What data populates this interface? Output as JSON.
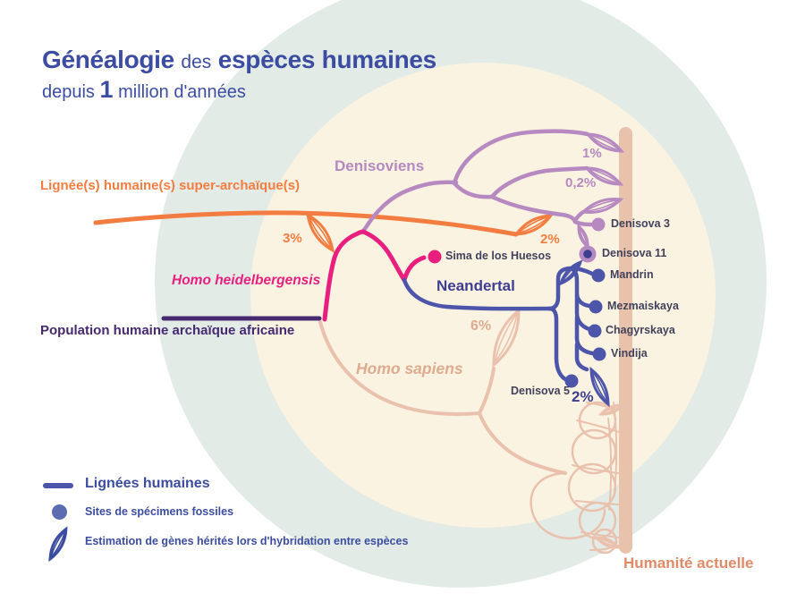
{
  "title": {
    "part1": "Généalogie",
    "part2": "des",
    "part3": "espèces humaines",
    "sub1": "depuis",
    "sub2": "1",
    "sub3": "million d'années"
  },
  "labels": {
    "super_archaic": "Lignée(s) humaine(s) super-archaïque(s)",
    "denisoviens": "Denisoviens",
    "heidelbergensis": "Homo heidelbergensis",
    "neandertal": "Neandertal",
    "archaic_african": "Population humaine archaïque africaine",
    "homo_sapiens": "Homo sapiens",
    "humanite_actuelle": "Humanité actuelle"
  },
  "percentages": {
    "denisovan_intro_1": "1%",
    "denisovan_intro_02": "0,2%",
    "superarchaic_into_denisovan": "2%",
    "superarchaic_into_ancestor": "3%",
    "neandertal_into_sapiens_old": "6%",
    "neandertal_into_sapiens": "2%"
  },
  "sites": {
    "denisova3": "Denisova 3",
    "denisova11": "Denisova 11",
    "mandrin": "Mandrin",
    "mezmaiskaya": "Mezmaiskaya",
    "chagyrskaya": "Chagyrskaya",
    "vindija": "Vindija",
    "denisova5": "Denisova 5",
    "sima": "Sima de los Huesos"
  },
  "legend": {
    "lineages": "Lignées humaines",
    "sites": "Sites de spécimens fossiles",
    "hybridization": "Estimation de gènes hérités lors d'hybridation entre espèces"
  },
  "colors": {
    "indigo": "#3c4da1",
    "blue": "#4c55a9",
    "blue-text": "#3d3e92",
    "purple": "#b689c1",
    "magenta": "#e91f7f",
    "orange": "#f37d41",
    "violet": "#46296f",
    "beige": "#e9c1ad",
    "beige-text": "#dcab90",
    "salmon-bar": "#e9c2ab",
    "salmon-text": "#e08a68",
    "slate": "#42425c",
    "teal-bg": "#e2ebe6",
    "cream-bg": "#fbf3e1"
  }
}
